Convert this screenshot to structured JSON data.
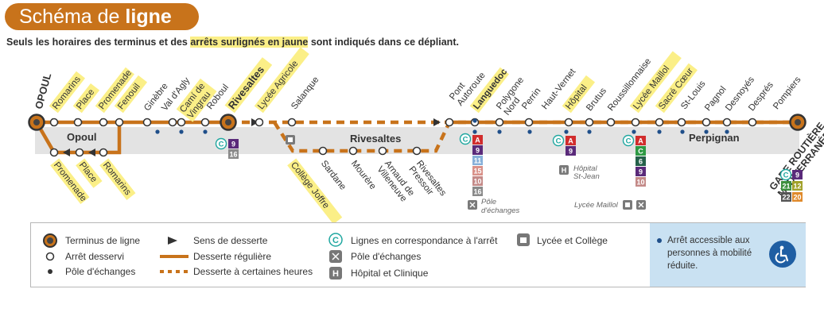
{
  "header": {
    "title_light": "Schéma de ",
    "title_bold": "ligne",
    "subtitle_before": "Seuls les horaires des terminus et des ",
    "subtitle_highlight": "arrêts surlignés en jaune",
    "subtitle_after": " sont indiqués dans ce dépliant."
  },
  "colors": {
    "line": "#c8731b",
    "highlight": "#fbef87",
    "zone": "#e3e3e3",
    "accent_teal": "#1fa7a0"
  },
  "zones": [
    "Opoul",
    "Rivesaltes",
    "Perpignan"
  ],
  "stops": {
    "opoul": "OPOUL",
    "romarins_up": "Romarins",
    "place_up": "Place",
    "promenade_up": "Promenade",
    "fenouil": "Fenouil",
    "ginebre": "Ginèbre",
    "val_dagly": "Val d'Agly",
    "cami_vingrau": "Camí de Vingrau",
    "roboul": "Roboul",
    "rivesaltes": "Rivesaltes",
    "lycee_agricole": "Lycée Agricole",
    "salanque": "Salanque",
    "college_joffre": "Collège Joffre",
    "sardane": "Sardane",
    "mouree": "Mourère",
    "arnaud": "Arnaud de Villeneuve",
    "rivesaltes_pressoir": "Rivesaltes Pressoir",
    "pont_autoroute": "Pont Autoroute",
    "languedoc": "Languedoc",
    "polygone_nord": "Polygone Nord",
    "perrin": "Perrin",
    "haut_vernet": "Haut-Vernet",
    "hopital": "Hôpital",
    "brutus": "Brutus",
    "roussillonnaise": "Roussillonnaise",
    "lycee_maillol": "Lycée Maillol",
    "sacre_coeur": "Sacré Cœur",
    "st_louis": "St-Louis",
    "pagnol": "Pagnol",
    "desnoyes": "Desnoyés",
    "despres": "Després",
    "pompiers": "Pompiers",
    "gare_routiere": "GARE ROUTIÈRE MÉDITERRANÉE",
    "promenade_down": "Promenade",
    "place_down": "Place",
    "romarins_down": "Romarins"
  },
  "connections": {
    "rivesaltes": [
      "9",
      "16"
    ],
    "languedoc": [
      "A",
      "9",
      "11",
      "15",
      "10",
      "16"
    ],
    "hopital": [
      "A",
      "9"
    ],
    "lycee_maillol": [
      "A",
      "C",
      "6",
      "9",
      "10"
    ],
    "gare": [
      "9",
      "21",
      "12",
      "22",
      "20"
    ]
  },
  "annotations": {
    "pole_echanges": "Pôle d'échanges",
    "hopital_st_jean": "Hôpital St-Jean",
    "lycee_maillol_label": "Lycée Maillol"
  },
  "legend": {
    "terminus": "Terminus de ligne",
    "arret": "Arrêt desservi",
    "pole": "Pôle d'échanges",
    "sens": "Sens de desserte",
    "reguliere": "Desserte régulière",
    "certaines": "Desserte à certaines heures",
    "correspondance": "Lignes en correspondance à l'arrêt",
    "pole_icon": "Pôle d'échanges",
    "hopital": "Hôpital et Clinique",
    "lycee": "Lycée et Collège",
    "pmr": "Arrêt accessible aux personnes à mobilité réduite."
  }
}
